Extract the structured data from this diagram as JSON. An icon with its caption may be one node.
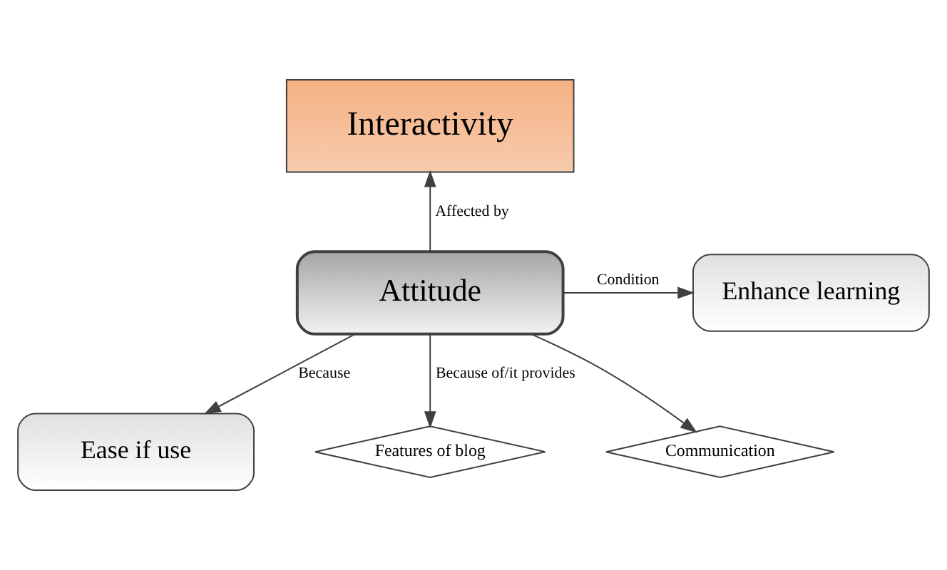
{
  "diagram": {
    "nodes": [
      {
        "text": [
          "Interactivity"
        ]
      },
      {
        "text": [
          "Attitude"
        ]
      },
      {
        "text": [
          "Enhance learning"
        ]
      },
      {
        "text": [
          "Ease if use"
        ]
      },
      {
        "text": [
          "Features of blog"
        ]
      },
      {
        "text": [
          "Communication"
        ]
      }
    ],
    "edges": [
      {
        "from": 1,
        "to": 0,
        "arrow": "to",
        "label": "Affected by"
      },
      {
        "from": 1,
        "to": 2,
        "arrow": "to",
        "label": "Condition"
      },
      {
        "from": 1,
        "to": 3,
        "arrow": "to",
        "label": "Because"
      },
      {
        "from": 1,
        "to": 4,
        "arrow": "to",
        "label": "Because of/it provides"
      },
      {
        "from": 1,
        "to": 5,
        "arrow": "to"
      }
    ]
  }
}
